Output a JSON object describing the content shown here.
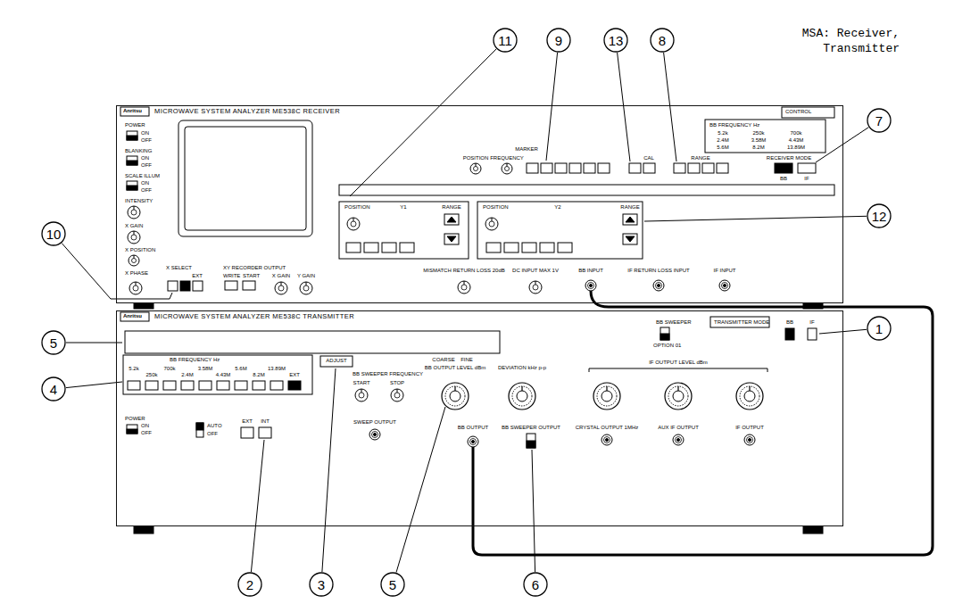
{
  "diagram": {
    "nodes": [
      {
        "text": [
          "MICROWAVE SYSTEM ANALYZER ME538C RECEIVER"
        ]
      },
      {
        "text": [
          "MICROWAVE SYSTEM ANALYZER ME538C TRANSMITTER"
        ]
      },
      {
        "text": [
          "11"
        ]
      },
      {
        "text": [
          "9"
        ]
      },
      {
        "text": [
          "13"
        ]
      },
      {
        "text": [
          "8"
        ]
      },
      {
        "text": [
          "7"
        ]
      },
      {
        "text": [
          "12"
        ]
      },
      {
        "text": [
          "10"
        ]
      },
      {
        "text": [
          "1"
        ]
      },
      {
        "text": [
          "5"
        ]
      },
      {
        "text": [
          "4"
        ]
      },
      {
        "text": [
          "2"
        ]
      },
      {
        "text": [
          "3"
        ]
      },
      {
        "text": [
          "5"
        ]
      },
      {
        "text": [
          "6"
        ]
      }
    ],
    "labels": [
      "MSA: Receiver, Transmitter",
      "Anritsu",
      "CONTROL",
      "BB FREQUENCY Hz",
      "5.2k",
      "250k",
      "700k",
      "2.4M",
      "3.58M",
      "4.43M",
      "5.6M",
      "8.2M",
      "13.89M",
      "MARKER",
      "POSITION",
      "FREQUENCY",
      "CAL",
      "RANGE",
      "RECEIVER MODE",
      "BB",
      "IF",
      "Y1",
      "POSITION",
      "RANGE",
      "Y2",
      "POSITION",
      "RANGE",
      "POWER",
      "ON",
      "OFF",
      "BLANKING",
      "ON",
      "OFF",
      "SCALE ILLUM",
      "ON",
      "OFF",
      "INTENSITY",
      "X GAIN",
      "X POSITION",
      "X PHASE",
      "X SELECT",
      "EXT",
      "XY RECORDER OUTPUT",
      "WRITE",
      "START",
      "X GAIN",
      "Y GAIN",
      "MISMATCH RETURN LOSS 20dB",
      "DC INPUT MAX 1V",
      "BB INPUT",
      "IF RETURN LOSS INPUT",
      "IF INPUT",
      "Anritsu",
      "BB SWEEPER",
      "TRANSMITTER MODE",
      "BB",
      "IF",
      "OPTION 01",
      "BB FREQUENCY Hz",
      "5.2k",
      "250k",
      "700k",
      "2.4M",
      "3.58M",
      "4.43M",
      "5.6M",
      "8.2M",
      "13.89M",
      "EXT",
      "ADJUST",
      "BB SWEEPER FREQUENCY",
      "START",
      "STOP",
      "SWEEP OUTPUT",
      "COARSE",
      "FINE",
      "BB OUTPUT LEVEL dBm",
      "DEVIATION kHz p-p",
      "IF OUTPUT LEVEL dBm",
      "BB OUTPUT",
      "BB SWEEPER OUTPUT",
      "CRYSTAL OUTPUT 1MHz",
      "AUX IF OUTPUT",
      "IF OUTPUT",
      "POWER",
      "ON",
      "OFF",
      "AUTO",
      "OFF",
      "EXT",
      "INT"
    ]
  }
}
